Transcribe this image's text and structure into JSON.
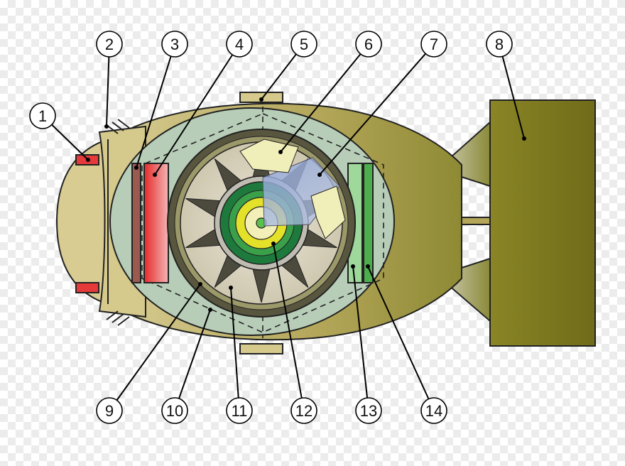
{
  "diagram": {
    "callouts": [
      {
        "id": "1",
        "label": "1"
      },
      {
        "id": "2",
        "label": "2"
      },
      {
        "id": "3",
        "label": "3"
      },
      {
        "id": "4",
        "label": "4"
      },
      {
        "id": "5",
        "label": "5"
      },
      {
        "id": "6",
        "label": "6"
      },
      {
        "id": "7",
        "label": "7"
      },
      {
        "id": "8",
        "label": "8"
      },
      {
        "id": "9",
        "label": "9"
      },
      {
        "id": "10",
        "label": "10"
      },
      {
        "id": "11",
        "label": "11"
      },
      {
        "id": "12",
        "label": "12"
      },
      {
        "id": "13",
        "label": "13"
      },
      {
        "id": "14",
        "label": "14"
      }
    ],
    "colors": {
      "casing": "#b3a659",
      "nose": "#d8cc93",
      "tail": "#7f7a22",
      "inner_shell": "#b7cdb8",
      "red_plate": "#e63a3a",
      "green_plate_light": "#9ed89a",
      "green_plate_dark": "#4dae4d"
    }
  }
}
